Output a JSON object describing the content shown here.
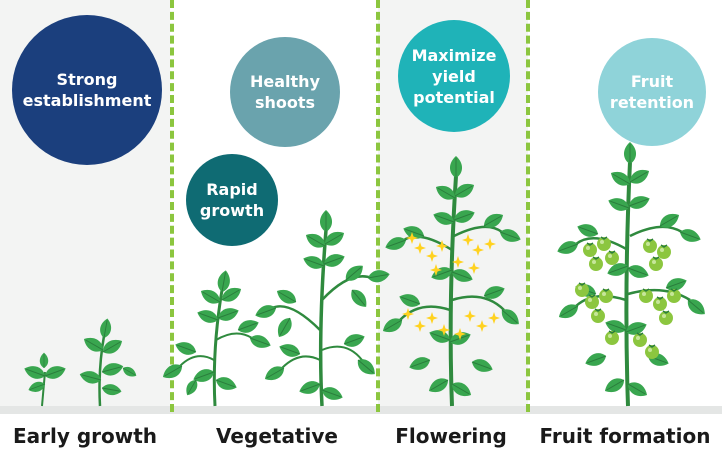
{
  "stages": [
    {
      "label": "Early growth"
    },
    {
      "label": "Vegetative"
    },
    {
      "label": "Flowering"
    },
    {
      "label": "Fruit formation"
    }
  ],
  "bubbles": {
    "strong_establishment": "Strong\nestablishment",
    "healthy_shoots": "Healthy\nshoots",
    "rapid_growth": "Rapid\ngrowth",
    "maximize_yield": "Maximize\nyield\npotential",
    "fruit_retention": "Fruit\nretention"
  },
  "colors": {
    "panel_background": "#f3f4f3",
    "divider": "#8cc63f",
    "strong_establishment": "#1b3f7d",
    "healthy_shoots": "#6aa3ad",
    "rapid_growth": "#0f6b73",
    "maximize_yield": "#1fb3b8",
    "fruit_retention": "#8fd3d9",
    "leaf": "#39a64f",
    "leaf_dark": "#2a7d3c",
    "flower": "#ffd21f",
    "fruit": "#8cc63f"
  }
}
